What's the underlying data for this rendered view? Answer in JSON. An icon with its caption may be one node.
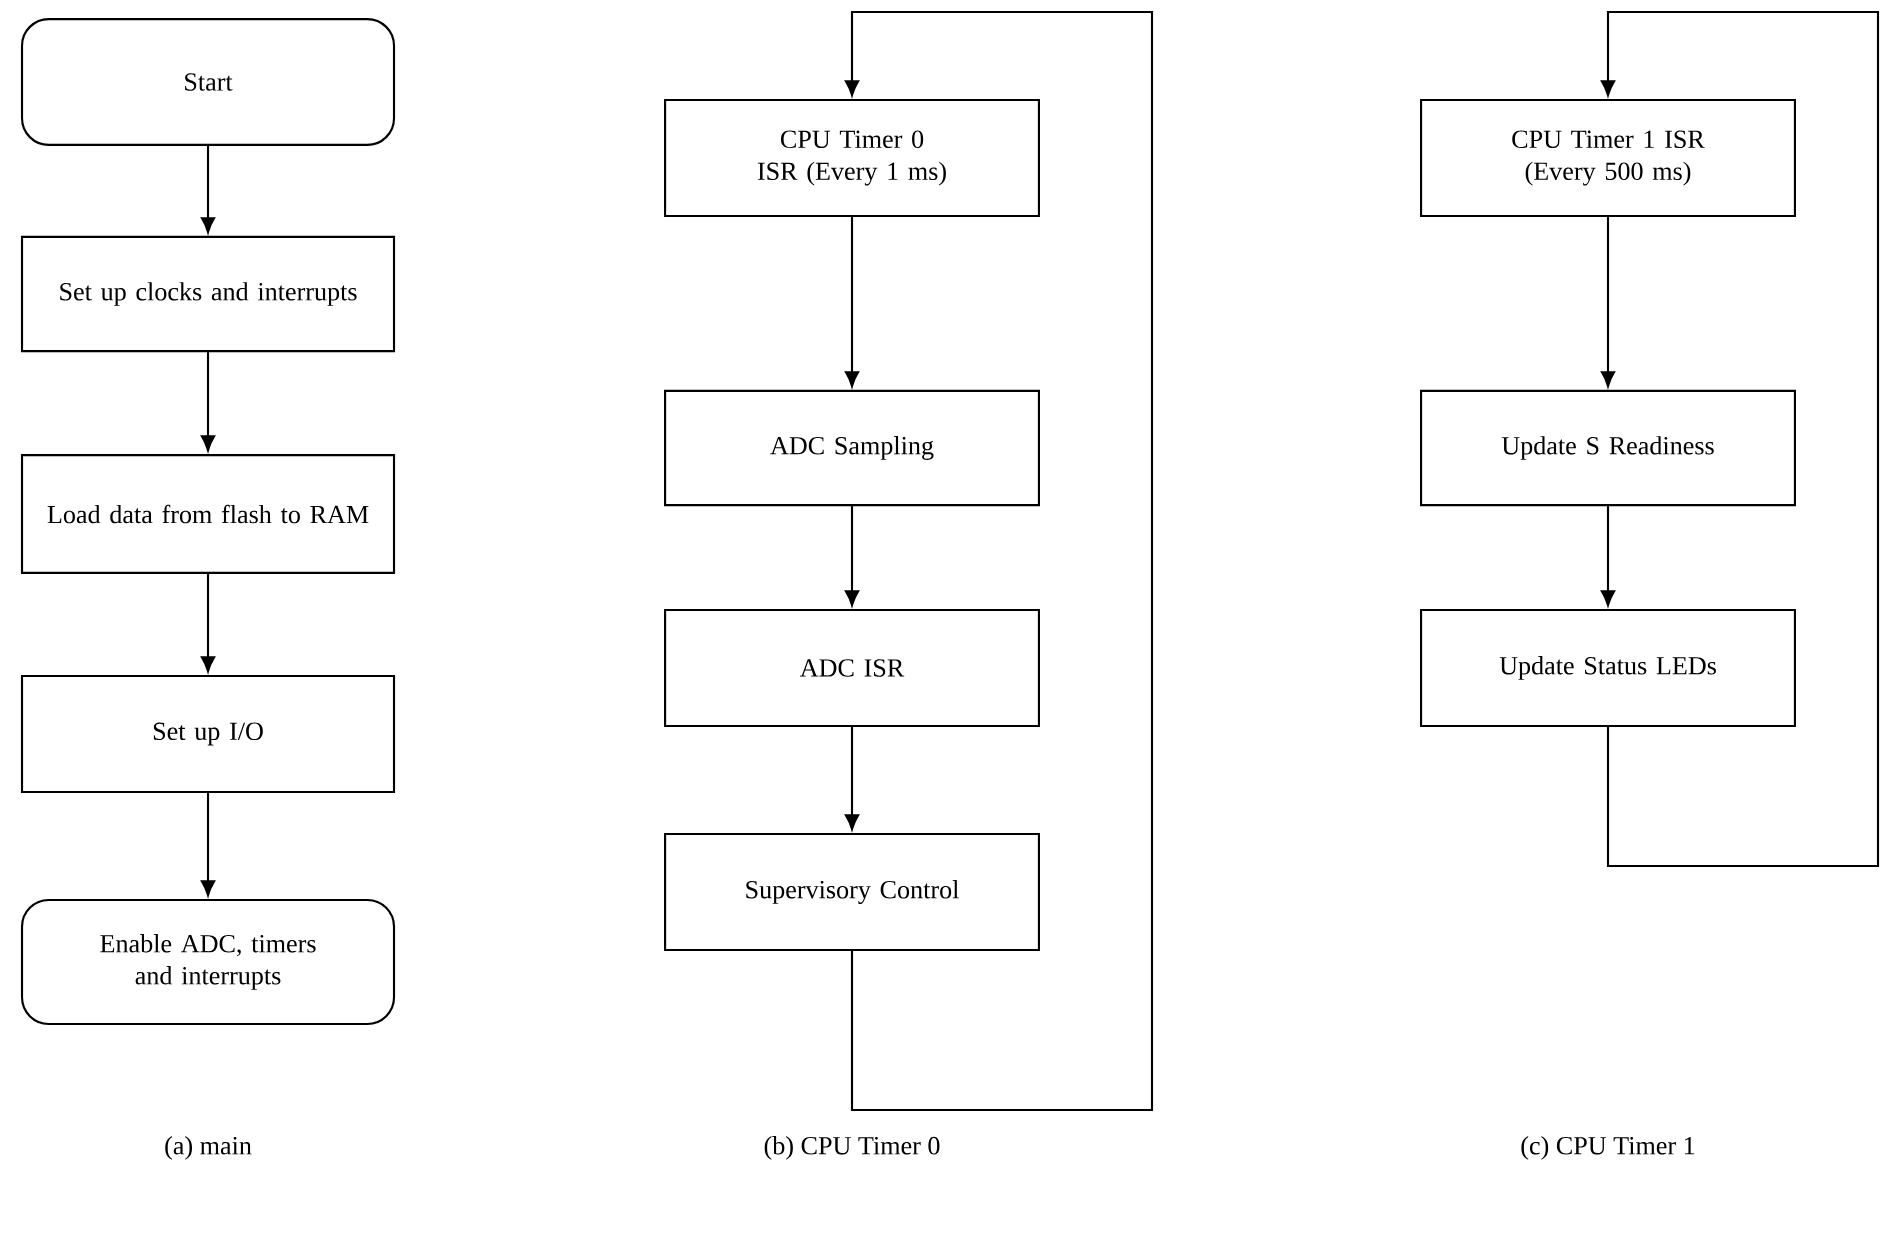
{
  "diagram": {
    "nodes": [
      {
        "text": [
          "Start"
        ]
      },
      {
        "text": [
          "Set up clocks and interrupts"
        ]
      },
      {
        "text": [
          "Load data from flash to RAM"
        ]
      },
      {
        "text": [
          "Set up I/O"
        ]
      },
      {
        "text": [
          "Enable ADC, timers and interrupts"
        ]
      },
      {
        "text": [
          "CPU Timer 0 ISR (Every 1 ms)"
        ]
      },
      {
        "text": [
          "ADC Sampling"
        ]
      },
      {
        "text": [
          "ADC ISR"
        ]
      },
      {
        "text": [
          "Supervisory Control"
        ]
      },
      {
        "text": [
          "CPU Timer 1 ISR (Every 500 ms)"
        ]
      },
      {
        "text": [
          "Update S Readiness"
        ]
      },
      {
        "text": [
          "Update Status LEDs"
        ]
      }
    ],
    "edges": [
      {
        "from": 0,
        "to": 1,
        "arrow": "to"
      },
      {
        "from": 1,
        "to": 2,
        "arrow": "to"
      },
      {
        "from": 2,
        "to": 3,
        "arrow": "to"
      },
      {
        "from": 3,
        "to": 4,
        "arrow": "to"
      },
      {
        "from": 5,
        "to": 6,
        "arrow": "to"
      },
      {
        "from": 6,
        "to": 7,
        "arrow": "to"
      },
      {
        "from": 7,
        "to": 8,
        "arrow": "to"
      },
      {
        "from": 8,
        "to": 5,
        "arrow": "to"
      },
      {
        "from": 9,
        "to": 10,
        "arrow": "to"
      },
      {
        "from": 10,
        "to": 11,
        "arrow": "to"
      },
      {
        "from": 11,
        "to": 9,
        "arrow": "to"
      }
    ],
    "labels": [
      "(a)  main",
      "(b)  CPU Timer 0",
      "(c)  CPU Timer 1"
    ]
  }
}
